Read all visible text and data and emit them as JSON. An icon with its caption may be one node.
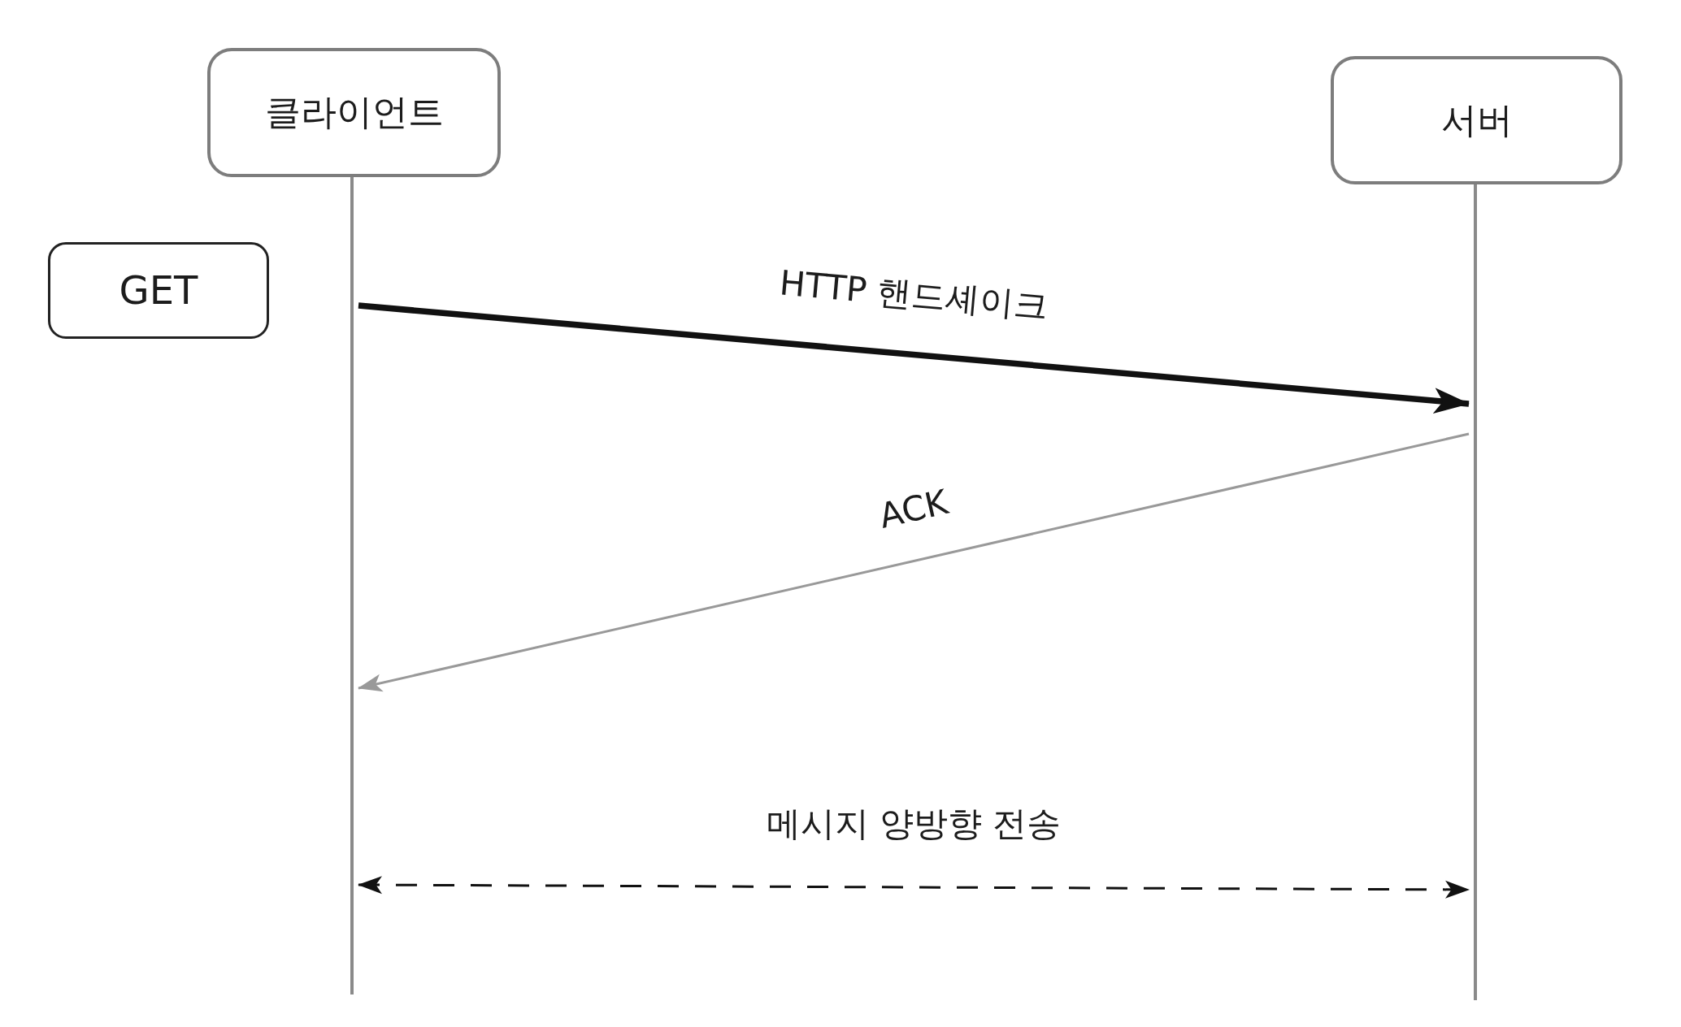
{
  "diagram": {
    "nodes": [
      {
        "text": [
          "클라이언트"
        ]
      },
      {
        "text": [
          "서버"
        ]
      },
      {
        "text": [
          "GET"
        ]
      },
      {
        "text": [],
        "shape": "line"
      },
      {
        "text": [],
        "shape": "line"
      }
    ],
    "edges": [
      {
        "from": 3,
        "to": 4,
        "arrow": "to",
        "label": "HTTP 핸드셰이크",
        "style": "thick"
      },
      {
        "from": 4,
        "to": 3,
        "arrow": "to",
        "label": "ACK",
        "color": "#999999"
      },
      {
        "from": 3,
        "to": 4,
        "arrow": "both",
        "label": "메시지 양방향 전송",
        "style": "dashed"
      }
    ]
  }
}
